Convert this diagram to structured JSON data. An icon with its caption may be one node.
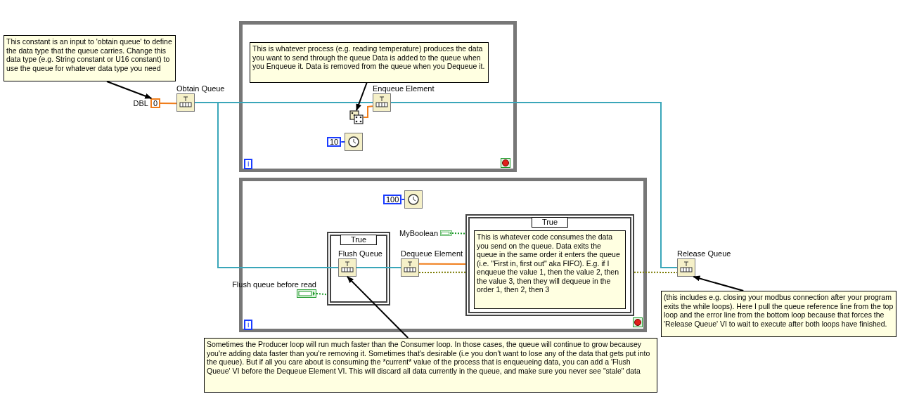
{
  "diagram": {
    "nodes": [
      {
        "text": [
          "This constant is an input to 'obtain queue' to define the data type that the queue carries. Change this data type (e.g. String constant or U16 constant) to use the queue for whatever data type you need"
        ]
      },
      {
        "text": [
          "0"
        ],
        "beside": [
          "DBL"
        ]
      },
      {
        "text": [
          "Obtain Queue"
        ]
      },
      {
        "text": [],
        "shape": "box"
      },
      {
        "text": [
          "This is whatever process (e.g. reading temperature) produces the data you want to send through the queue Data is added to the queue when you Enqueue it. Data is removed from the queue when you Dequeue it."
        ],
        "in": 3
      },
      {
        "text": [],
        "shape": "picture",
        "in": 3
      },
      {
        "text": [
          "Enqueue Element"
        ],
        "in": 3
      },
      {
        "text": [
          "10"
        ],
        "in": 3
      },
      {
        "text": [],
        "shape": "picture",
        "in": 3
      },
      {
        "text": [],
        "shape": "box"
      },
      {
        "text": [
          "100"
        ],
        "in": 9
      },
      {
        "text": [],
        "shape": "picture",
        "in": 9
      },
      {
        "text": [
          "True"
        ],
        "in": 9
      },
      {
        "text": [
          "Flush Queue"
        ],
        "in": 12
      },
      {
        "text": [
          "Flush queue before read"
        ],
        "in": 9
      },
      {
        "text": [
          "Dequeue Element"
        ],
        "in": 9
      },
      {
        "text": [
          "MyBoolean"
        ],
        "in": 9
      },
      {
        "text": [
          "True"
        ],
        "in": 9
      },
      {
        "text": [
          "This is whatever code consumes the data you send on the queue. Data exits the queue in the same order it enters the queue (i.e. \"First in, first out\" aka FIFO). E.g. if I enqueue the value 1, then the value 2, then the value 3, then they will dequeue in the order 1, then 2, then 3"
        ],
        "in": 17
      },
      {
        "text": [
          "Release Queue"
        ]
      },
      {
        "text": [
          "(this includes e.g. closing your modbus connection after your program exits the while loops). Here I pull the queue reference line from the top loop and the error line from the bottom loop because that forces the 'Release Queue' VI to wait to execute after both loops have finished."
        ]
      },
      {
        "text": [
          "Sometimes the Producer loop will run much faster than the Consumer loop. In those cases, the queue will continue to grow becausey you're adding data faster than you're removing it. Sometimes that's desirable (i.e you don't want to lose any of the data that gets put into the queue). But if all you care about is consuming the *current* value of the process that is enqueueing data, you can add a 'Flush Queue' VI before the Dequeue Element VI. This will discard all data currently in the queue, and make sure you never see \"stale\" data"
        ]
      }
    ],
    "edges": [
      {
        "from": 0,
        "to": 1,
        "arrow": "to"
      },
      {
        "from": 1,
        "to": 2,
        "arrow": "none",
        "color": "#f07d1a"
      },
      {
        "from": 2,
        "to": 6,
        "arrow": "none",
        "color": "#3aa6b9"
      },
      {
        "from": 2,
        "to": 13,
        "arrow": "none",
        "color": "#3aa6b9"
      },
      {
        "from": 4,
        "to": 5,
        "arrow": "to"
      },
      {
        "from": 5,
        "to": 6,
        "arrow": "none",
        "color": "#f07d1a"
      },
      {
        "from": 7,
        "to": 8,
        "arrow": "none",
        "color": "#1a3cff"
      },
      {
        "from": 6,
        "to": 19,
        "arrow": "none",
        "color": "#3aa6b9"
      },
      {
        "from": 10,
        "to": 11,
        "arrow": "none",
        "color": "#1a3cff"
      },
      {
        "from": 14,
        "to": 12,
        "arrow": "none",
        "style": "dashed",
        "color": "#1e9a2a"
      },
      {
        "from": 13,
        "to": 15,
        "arrow": "none",
        "color": "#3aa6b9"
      },
      {
        "from": 16,
        "to": 17,
        "arrow": "none",
        "style": "dashed",
        "color": "#1e9a2a"
      },
      {
        "from": 15,
        "to": 17,
        "arrow": "none",
        "color": "#f07d1a"
      },
      {
        "from": 15,
        "to": 17,
        "arrow": "none",
        "style": "dashed",
        "color": "#7a7a00"
      },
      {
        "from": 17,
        "to": 19,
        "arrow": "none",
        "style": "dashed",
        "color": "#7a7a00"
      },
      {
        "from": 20,
        "to": 19,
        "arrow": "to"
      },
      {
        "from": 21,
        "to": 13,
        "arrow": "to"
      }
    ],
    "labels": [
      "i",
      "i"
    ]
  }
}
